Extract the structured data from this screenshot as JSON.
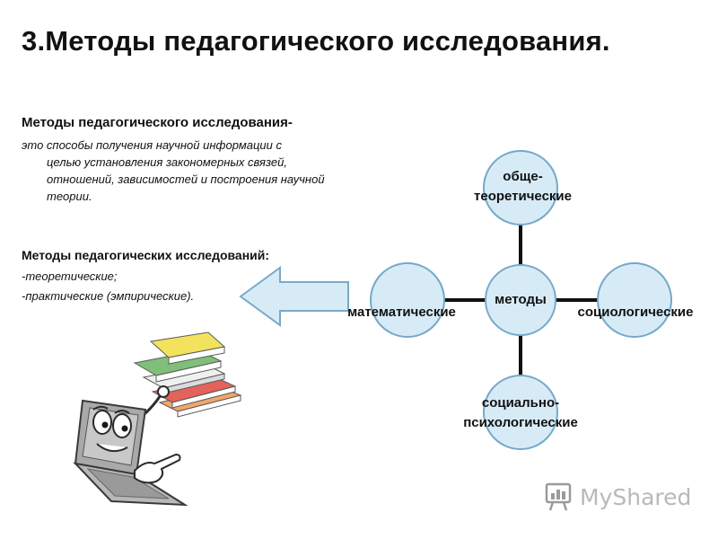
{
  "slide": {
    "title": "3.Методы педагогического исследования."
  },
  "definition": {
    "term": "Методы педагогического исследования-",
    "text_first": "это способы получения научной информации с",
    "text_rest": "целью установления закономерных связей, отношений, зависимостей и построения научной теории."
  },
  "methods_list": {
    "title": "Методы педагогических исследований:",
    "items": [
      "-теоретические;",
      "-практические (эмпирические)."
    ]
  },
  "diagram": {
    "center": "методы",
    "top_line1": "обще-",
    "top_line2": "теоретические",
    "left": "математические",
    "right": "социологические",
    "bottom_line1": "социально-",
    "bottom_line2": "психологические"
  },
  "colors": {
    "circle_fill": "#d7ebf7",
    "circle_stroke": "#74a9c9",
    "connector": "#111111",
    "arrow_fill": "#d7ebf7",
    "arrow_stroke": "#79a9c8"
  },
  "icons": [
    "arrow-left-icon",
    "laptop-books-clipart",
    "logo-icon"
  ],
  "watermark": {
    "logo_text": "MyShared"
  }
}
